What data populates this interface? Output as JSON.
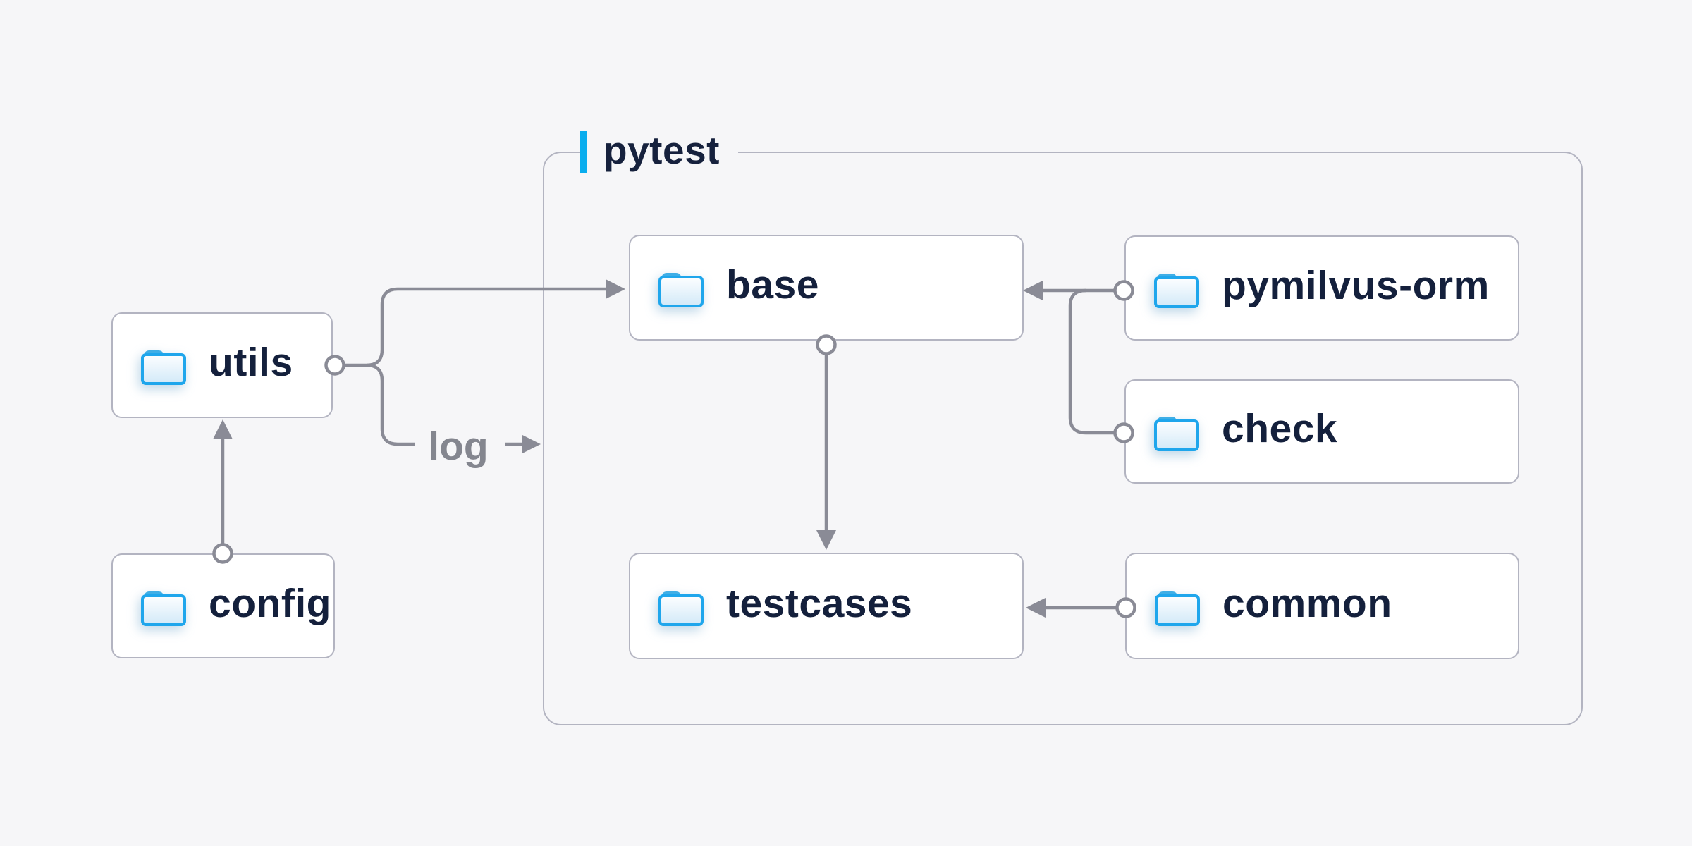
{
  "diagram": {
    "group": {
      "label": "pytest"
    },
    "nodes": [
      {
        "id": "utils",
        "label": "utils"
      },
      {
        "id": "config",
        "label": "config"
      },
      {
        "id": "base",
        "label": "base"
      },
      {
        "id": "testcases",
        "label": "testcases"
      },
      {
        "id": "pymilvus-orm",
        "label": "pymilvus-orm"
      },
      {
        "id": "check",
        "label": "check"
      },
      {
        "id": "common",
        "label": "common"
      }
    ],
    "edge_label": "log",
    "edges": [
      {
        "from": "config",
        "to": "utils"
      },
      {
        "from": "utils",
        "to": "base"
      },
      {
        "from": "utils",
        "to": "pytest-group",
        "label": "log"
      },
      {
        "from": "pymilvus-orm",
        "to": "base"
      },
      {
        "from": "check",
        "to": "base"
      },
      {
        "from": "base",
        "to": "testcases"
      },
      {
        "from": "common",
        "to": "testcases"
      }
    ],
    "colors": {
      "background": "#F6F6F8",
      "node_background": "#FFFFFF",
      "border_gray": "#B3B4C1",
      "line_gray": "#8A8B96",
      "text_navy": "#14203C",
      "edge_label_gray": "#84868F",
      "accent_blue": "#0AADEE",
      "folder_blue": "#1FA6EC"
    }
  }
}
